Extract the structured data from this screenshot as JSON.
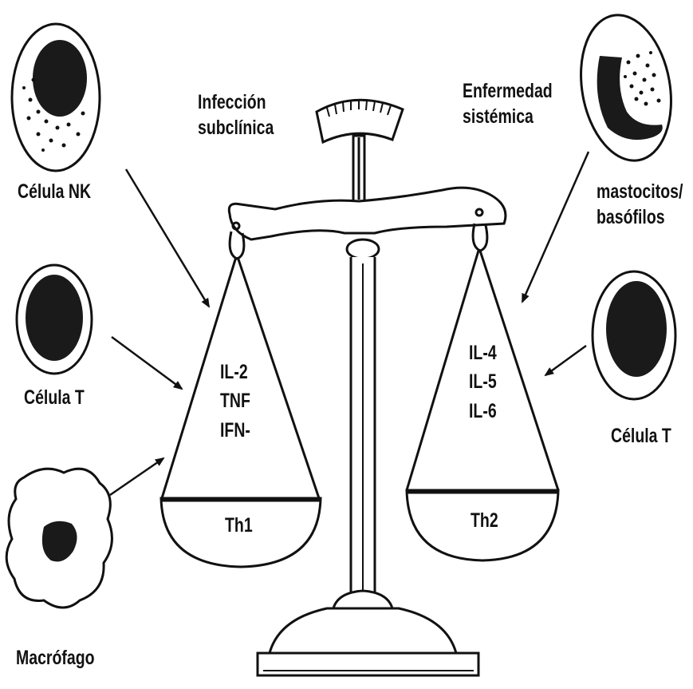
{
  "top_left_caption": {
    "line1": "Infección",
    "line2": "subclínica"
  },
  "top_right_caption": {
    "line1": "Enfermedad",
    "line2": "sistémica"
  },
  "cells": {
    "nk": {
      "label": "Célula NK"
    },
    "t_left": {
      "label": "Célula T"
    },
    "macrophage": {
      "label": "Macrófago"
    },
    "mast": {
      "label1": "mastocitos/",
      "label2": "basófilos"
    },
    "t_right": {
      "label": "Célula T"
    }
  },
  "left_pan": {
    "cytokines": [
      "IL-2",
      "TNF",
      "IFN-"
    ],
    "name": "Th1"
  },
  "right_pan": {
    "cytokines": [
      "IL-4",
      "IL-5",
      "IL-6"
    ],
    "name": "Th2"
  },
  "colors": {
    "ink": "#111111",
    "nucleus": "#1a1a1a",
    "paper": "#ffffff"
  }
}
